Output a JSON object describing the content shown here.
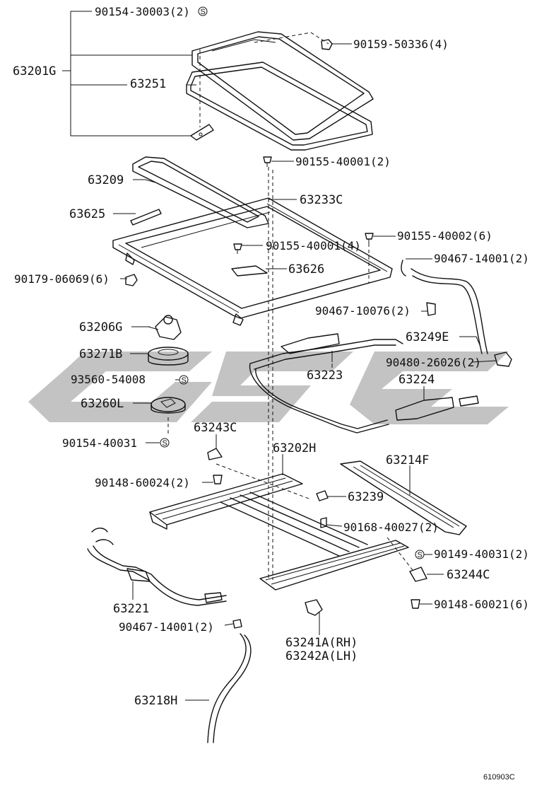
{
  "labels": {
    "p90154_30003": "90154-30003(2)",
    "p90159_50336": "90159-50336(4)",
    "p63201G": "63201G",
    "p63251": "63251",
    "p90155_40001a": "90155-40001(2)",
    "p63209": "63209",
    "p63233C": "63233C",
    "p63625": "63625",
    "p90155_40002": "90155-40002(6)",
    "p90155_40001b": "90155-40001(4)",
    "p90467_14001a": "90467-14001(2)",
    "p63626": "63626",
    "p90179_06069": "90179-06069(6)",
    "p90467_10076": "90467-10076(2)",
    "p63206G": "63206G",
    "p63249E": "63249E",
    "p63271B": "63271B",
    "p90480_26026": "90480-26026(2)",
    "p63223": "63223",
    "p93560_54008": "93560-54008",
    "p63224": "63224",
    "p63260L": "63260L",
    "p90154_40031": "90154-40031",
    "p63243C": "63243C",
    "p63202H": "63202H",
    "p63214F": "63214F",
    "p90148_60024": "90148-60024(2)",
    "p63239": "63239",
    "p90168_40027": "90168-40027(2)",
    "p90149_40031": "90149-40031(2)",
    "p63244C": "63244C",
    "p90148_60021": "90148-60021(6)",
    "p63221": "63221",
    "p90467_14001b": "90467-14001(2)",
    "p63241A": "63241A(RH)",
    "p63242A": "63242A(LH)",
    "p63218H": "63218H",
    "drawing_code": "610903C",
    "s_mark": "S"
  }
}
